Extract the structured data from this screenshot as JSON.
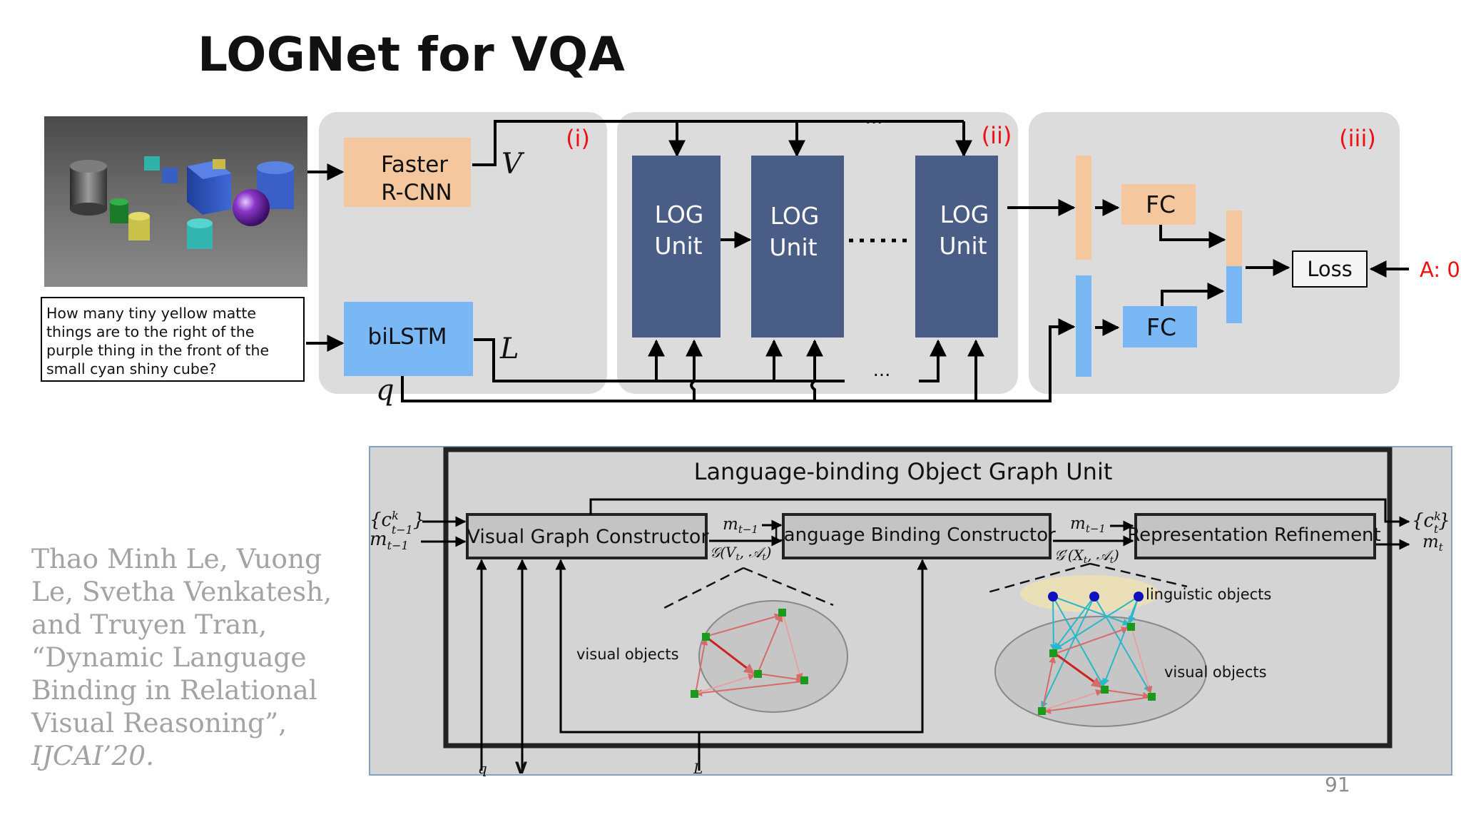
{
  "title": "LOGNet for VQA",
  "question": "How many tiny yellow matte things are to the right of the purple thing in the front of the small cyan shiny cube?",
  "top_diagram": {
    "section_labels": [
      "(i)",
      "(ii)",
      "(iii)"
    ],
    "faster_rcnn": [
      "Faster",
      "R-CNN"
    ],
    "bilstm": "biLSTM",
    "log_unit": [
      "LOG",
      "Unit"
    ],
    "fc": "FC",
    "loss": "Loss",
    "answer": "A: 0",
    "var_v": "V",
    "var_l": "L",
    "var_q": "q",
    "ellipsis": "..."
  },
  "bottom_diagram": {
    "title": "Language-binding Object Graph Unit",
    "visual_graph_constructor": "Visual Graph Constructor",
    "language_binding_constructor": "Language Binding Constructor",
    "representation_refinement": "Representation Refinement",
    "visual_objects": "visual objects",
    "linguistic_objects": "linguistic objects",
    "input_c": "{c",
    "input_c_sup": "k",
    "input_c_sub": "t−1",
    "input_m": "m",
    "input_m_sub": "t−1",
    "output_c": "{c",
    "output_c_sub": "t",
    "output_m": "m",
    "output_m_sub": "t",
    "m_prev_1": "m",
    "m_prev_2": "m",
    "m_prev_sub": "t−1",
    "graph_1": "𝒢(V",
    "graph_1_sub": "t",
    "graph_1_rest": ", 𝒜",
    "graph_1_end": ")",
    "graph_2": "𝒢′(X",
    "graph_2_sub": "t",
    "graph_2_rest": ", 𝒜",
    "graph_2_end": ")",
    "bottom_q": "q",
    "bottom_v": "V",
    "bottom_l": "L"
  },
  "citation_plain": "Thao Minh Le, Vuong Le, Svetha Venkatesh, and Truyen Tran, “Dynamic Language Binding in Relational Visual Reasoning”, ",
  "citation_venue": "IJCAI’20.",
  "page_number": "91",
  "colors": {
    "faster_rcnn_fill": "#f4c79e",
    "bilstm_fill": "#7ab8f5",
    "log_unit_fill": "#4a5d86",
    "section_bg": "#dcdcdc",
    "section_label": "#e11",
    "bottom_bg": "#d4d4d4"
  }
}
